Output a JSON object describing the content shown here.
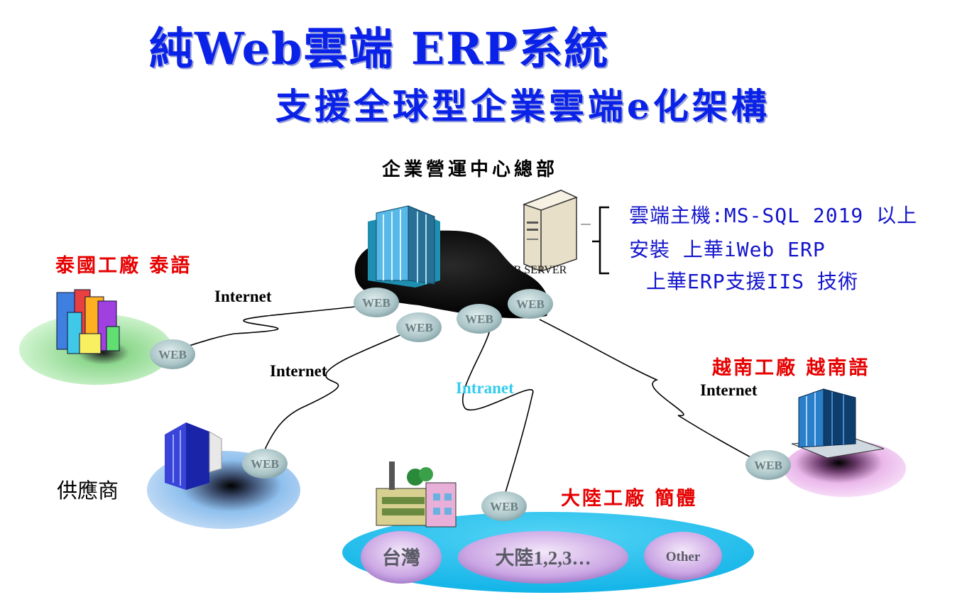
{
  "title": "純Web雲端 ERP系統",
  "subtitle": "支援全球型企業雲端e化架構",
  "headquarters": {
    "label": "企業營運中心總部",
    "db_server_label": "DB SERVER"
  },
  "server_notes": [
    "雲端主機:MS-SQL 2019 以上",
    "安裝 上華iWeb ERP",
    "上華ERP支援IIS 技術"
  ],
  "sites": {
    "thailand": "泰國工廠 泰語",
    "vietnam": "越南工廠 越南語",
    "china": "大陸工廠 簡體",
    "supplier": "供應商"
  },
  "node_label": "WEB",
  "links": {
    "thailand": "Internet",
    "supplier": "Internet",
    "intranet": "Intranet",
    "vietnam": "Internet"
  },
  "regions": [
    "台灣",
    "大陸1,2,3…",
    "Other"
  ],
  "colors": {
    "title": "#0a22e8",
    "site_label": "#e60000",
    "note": "#1414cc",
    "intranet": "#33ccee"
  }
}
